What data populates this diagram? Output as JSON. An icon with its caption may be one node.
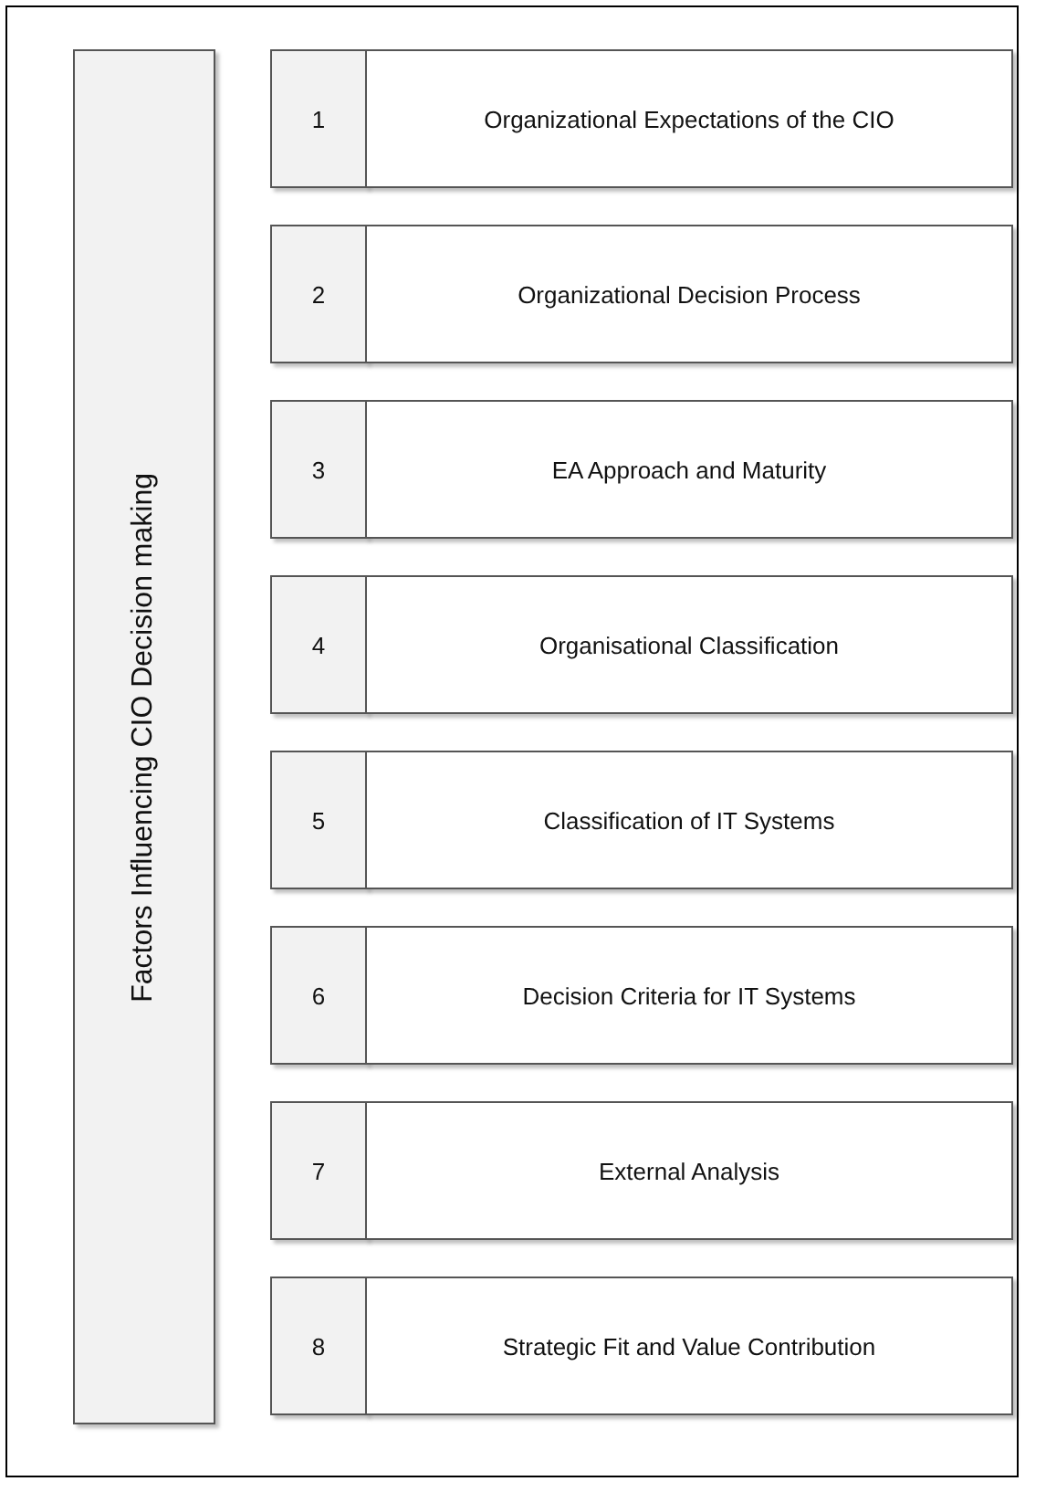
{
  "diagram": {
    "nodes": [
      {
        "text": [
          "Factors Influencing CIO Decision making"
        ]
      },
      {
        "text": [
          "1"
        ]
      },
      {
        "text": [
          "Organizational Expectations of the CIO"
        ]
      },
      {
        "text": [
          "2"
        ]
      },
      {
        "text": [
          "Organizational Decision Process"
        ]
      },
      {
        "text": [
          "3"
        ]
      },
      {
        "text": [
          "EA Approach and Maturity"
        ]
      },
      {
        "text": [
          "4"
        ]
      },
      {
        "text": [
          "Organisational Classification"
        ]
      },
      {
        "text": [
          "5"
        ]
      },
      {
        "text": [
          "Classification of IT Systems"
        ]
      },
      {
        "text": [
          "6"
        ]
      },
      {
        "text": [
          "Decision Criteria for IT Systems"
        ]
      },
      {
        "text": [
          "7"
        ]
      },
      {
        "text": [
          "External Analysis"
        ]
      },
      {
        "text": [
          "8"
        ]
      },
      {
        "text": [
          "Strategic Fit and Value Contribution"
        ]
      }
    ],
    "edges": []
  }
}
